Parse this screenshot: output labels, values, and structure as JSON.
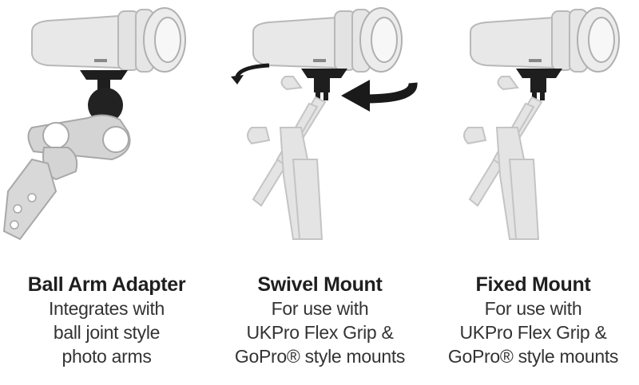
{
  "panels": [
    {
      "title": "Ball Arm Adapter",
      "lines": [
        "Integrates with",
        "ball joint style",
        "photo arms"
      ]
    },
    {
      "title": "Swivel Mount",
      "lines": [
        "For use with",
        "UKPro Flex Grip &",
        "GoPro® style mounts"
      ]
    },
    {
      "title": "Fixed Mount",
      "lines": [
        "For use with",
        "UKPro Flex Grip &",
        "GoPro® style mounts"
      ]
    }
  ],
  "colors": {
    "light_body": "#e6e6e6",
    "light_outline": "#b5b5b5",
    "mount_dark": "#1e1e1e",
    "arm_gray": "#cfcfcf",
    "arrow_black": "#1a1a1a"
  }
}
